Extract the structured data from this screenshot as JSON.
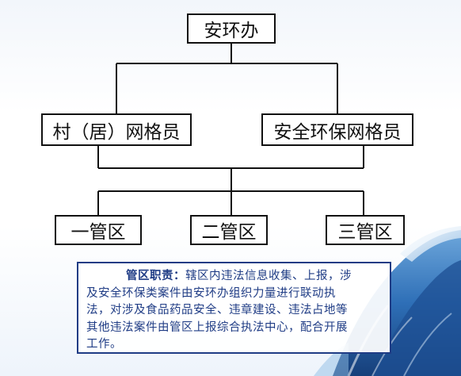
{
  "diagram": {
    "root": "安环办",
    "level2": [
      "村（居）网格员",
      "安全环保网格员"
    ],
    "level3": [
      "一管区",
      "二管区",
      "三管区"
    ]
  },
  "duty": {
    "title": "管区职责：",
    "lines": [
      "辖区内违法信息收集、上报，涉",
      "及安全环保类案件由安环办组织力量进行联动执",
      "法，对涉及食品药品安全、违章建设、违法占地等",
      "其他违法案件由管区上报综合执法中心，配合开展",
      "工作。"
    ]
  },
  "colors": {
    "line": "#111111",
    "duty_text": "#1f3c85",
    "duty_border": "#1f3c85",
    "wave": "#2e6fb7"
  }
}
